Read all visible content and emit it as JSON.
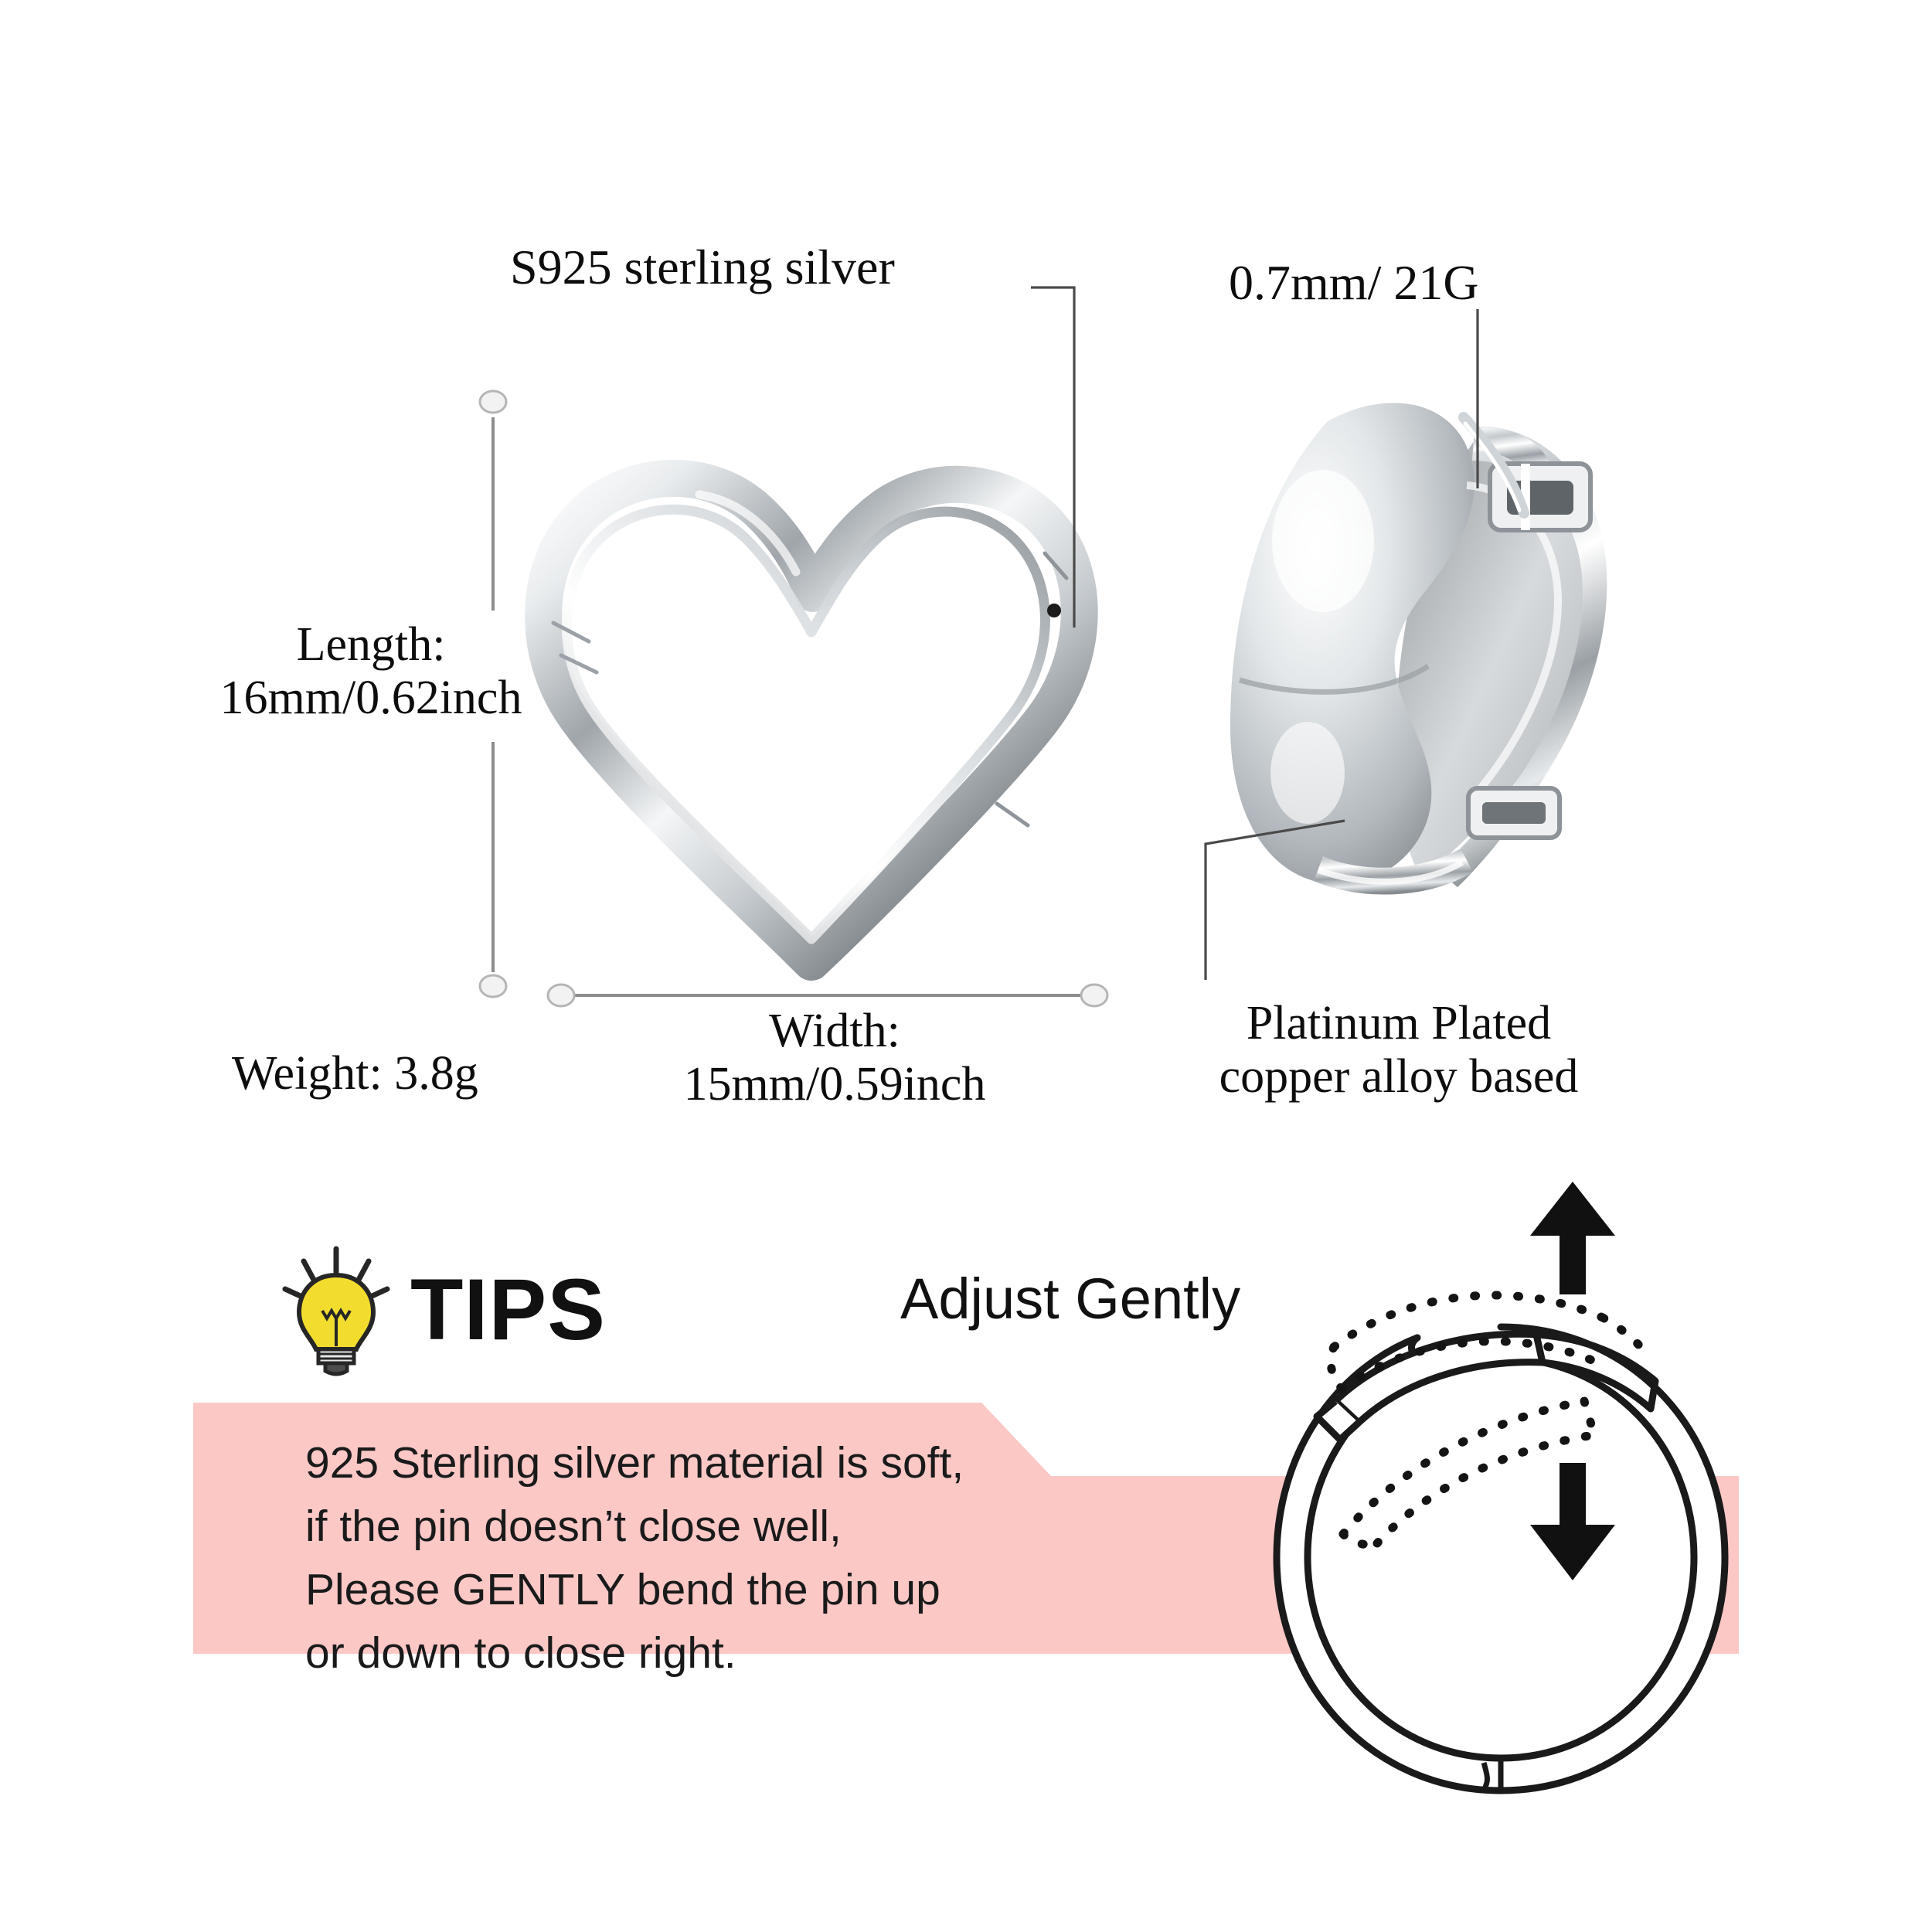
{
  "product": {
    "material_label": "S925 sterling silver",
    "gauge_label": "0.7mm/ 21G",
    "length_label": "Length:\n16mm/0.62inch",
    "width_label": "Width:\n15mm/0.59inch",
    "weight_label": "Weight: 3.8g",
    "plating_label": "Platinum Plated\ncopper alloy based"
  },
  "tips": {
    "heading": "TIPS",
    "icon": "lightbulb-icon",
    "lines": [
      "925 Sterling silver material is soft,",
      "if the pin doesn’t close well,",
      "Please GENTLY bend the pin up",
      "or down to close right."
    ]
  },
  "adjust": {
    "title": "Adjust Gently",
    "up_arrow": "arrow-up-icon",
    "down_arrow": "arrow-down-icon",
    "hoop": "open-hoop-ring-diagram"
  },
  "colors": {
    "banner_pink": "#fbc8c6",
    "bulb_yellow": "#f2dd2f",
    "text_black": "#111111",
    "dimension_gray": "#8c8c8c",
    "leader_gray": "#4a4a4a",
    "silver_light": "#ffffff",
    "silver_mid": "#b9bdc2",
    "silver_dark": "#6e7478"
  },
  "images": {
    "front_view": "heart-hoop-earring-front",
    "side_view": "heart-hoop-earring-side"
  }
}
